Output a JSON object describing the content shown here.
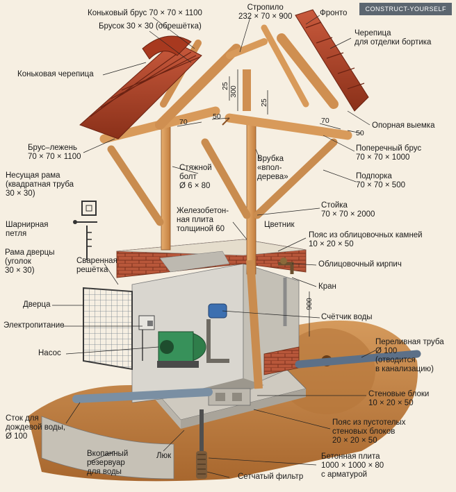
{
  "watermark": "CONSTRUCT-YOURSELF",
  "labels": {
    "konkovy_brus": "Коньковый брус 70 × 70 × 1100",
    "brusok": "Брусок 30 × 30 (обрешётка)",
    "stropilo_1": "Стропило",
    "stropilo_2": "232 × 70 × 900",
    "fronton": "Фронто",
    "cherepitsa_1": "Черепица",
    "cherepitsa_2": "для отделки бортика",
    "konkovaya": "Коньковая черепица",
    "opornaya": "Опорная выемка",
    "poperechny_1": "Поперечный брус",
    "poperechny_2": "70 × 70 × 1000",
    "brus_lezhen_1": "Брус–лежень",
    "brus_lezhen_2": "70 × 70 × 1100",
    "vrubka_1": "Врубка",
    "vrubka_2": "«впол-",
    "vrubka_3": "дерева»",
    "podporka_1": "Подпорка",
    "podporka_2": "70 × 70 × 500",
    "nesushaya_1": "Несущая рама",
    "nesushaya_2": "(квадратная труба",
    "nesushaya_3": "30 × 30)",
    "styazhnoy_1": "Стяжной",
    "styazhnoy_2": "болт",
    "styazhnoy_3": "Ø 6 × 80",
    "stoyka_1": "Стойка",
    "stoyka_2": "70 × 70 × 2000",
    "sharnirnaya_1": "Шарнирная",
    "sharnirnaya_2": "петля",
    "zhb_1": "Железобетон-",
    "zhb_2": "ная плита",
    "zhb_3": "толщиной 60",
    "tsvetnik": "Цветник",
    "poyas_obl_1": "Пояс из облицовочных камней",
    "poyas_obl_2": "10 × 20 × 50",
    "rama_dvertsy_1": "Рама дверцы",
    "rama_dvertsy_2": "(уголок",
    "rama_dvertsy_3": "30 × 30)",
    "svarennaya_1": "Сваренная",
    "svarennaya_2": "решётка",
    "oblits_kirpich": "Облицовочный кирпич",
    "kran": "Кран",
    "dvertsa": "Дверца",
    "schetchik": "Счётчик воды",
    "elektro": "Электропитание",
    "nasos": "Насос",
    "perelivnaya_1": "Переливная труба",
    "perelivnaya_2": "Ø 100",
    "perelivnaya_3": "(отводится",
    "perelivnaya_4": "в канализацию)",
    "stenovye_1": "Стеновые блоки",
    "stenovye_2": "10 × 20 × 50",
    "stok_1": "Сток для",
    "stok_2": "дождевой воды,",
    "stok_3": "Ø 100",
    "poyas_pust_1": "Пояс из пустотелых",
    "poyas_pust_2": "стеновых блоков",
    "poyas_pust_3": "20 × 20 × 50",
    "vkopanny_1": "Вкопанный",
    "vkopanny_2": "резервуар",
    "vkopanny_3": "для воды",
    "lyuk": "Люк",
    "betonnaya_1": "Бетонная плита",
    "betonnaya_2": "1000 × 1000 × 80",
    "betonnaya_3": "с арматурой",
    "setchaty": "Сетчатый фильтр"
  },
  "dims": {
    "d25a": "25",
    "d300": "300",
    "d25b": "25",
    "d70a": "70",
    "d50a": "50",
    "d70b": "70",
    "d50b": "50",
    "d900": "900"
  },
  "colors": {
    "wood": "#d89a5a",
    "wood_dark": "#a8652e",
    "tile": "#b5452c",
    "tile_dark": "#7c2a18",
    "brick": "#b8573a",
    "concrete": "#d9d6cf",
    "soil": "#c78b4c",
    "pipe": "#7a8fa3",
    "pump": "#2f7d4a",
    "background": "#f6efe2"
  }
}
